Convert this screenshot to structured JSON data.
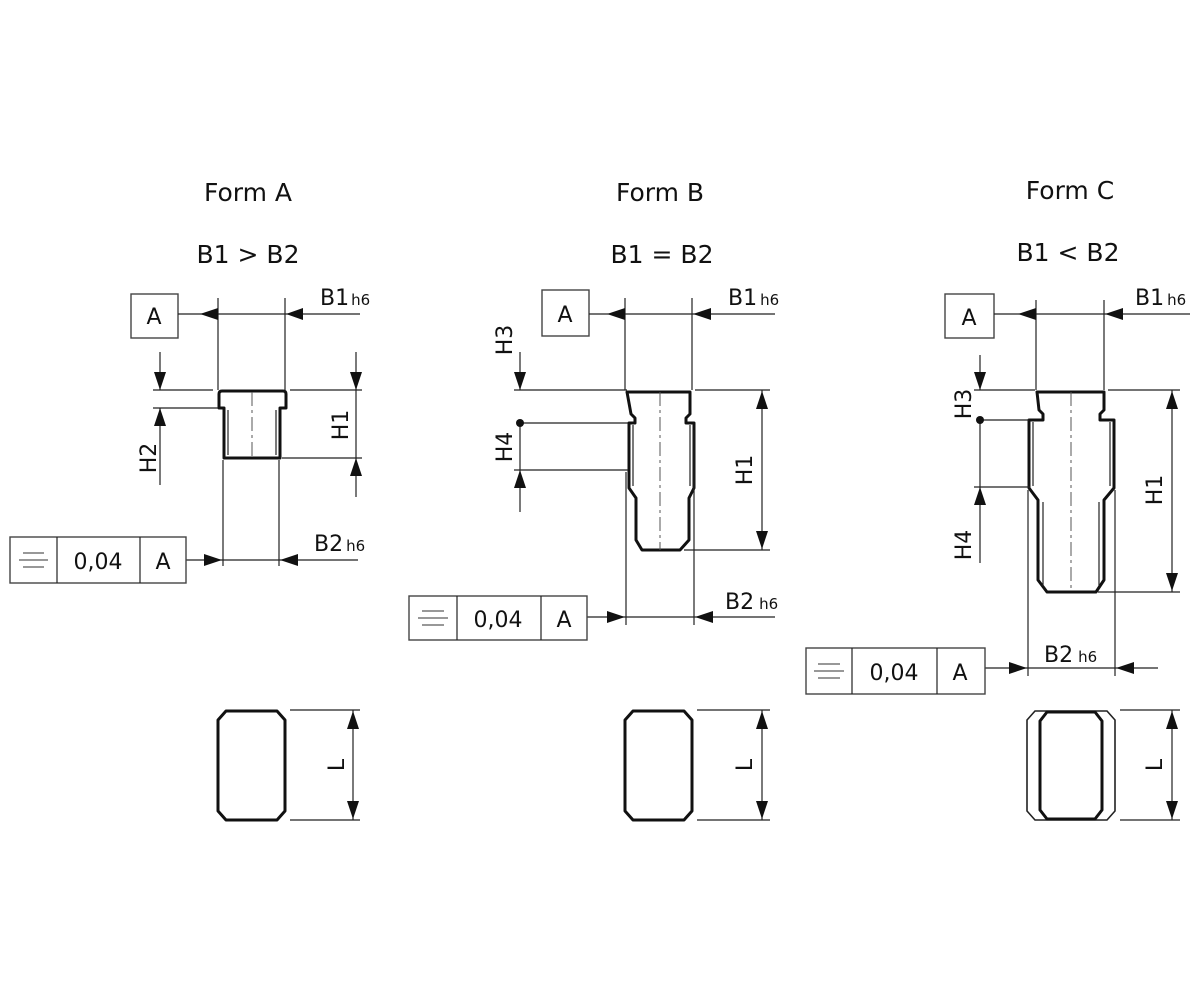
{
  "forms": [
    {
      "title": "Form A",
      "condition": "B1 > B2",
      "b1": "B1",
      "b2": "B2",
      "tol": "h6",
      "heights": [
        "H1",
        "H2"
      ],
      "length": "L",
      "datum": "A",
      "tolerance_value": "0,04",
      "symbol": "symmetry-icon"
    },
    {
      "title": "Form B",
      "condition": "B1 = B2",
      "b1": "B1",
      "b2": "B2",
      "tol": "h6",
      "heights": [
        "H1",
        "H3",
        "H4"
      ],
      "length": "L",
      "datum": "A",
      "tolerance_value": "0,04",
      "symbol": "symmetry-icon"
    },
    {
      "title": "Form C",
      "condition": "B1 < B2",
      "b1": "B1",
      "b2": "B2",
      "tol": "h6",
      "heights": [
        "H1",
        "H3",
        "H4"
      ],
      "length": "L",
      "datum": "A",
      "tolerance_value": "0,04",
      "symbol": "symmetry-icon"
    }
  ]
}
